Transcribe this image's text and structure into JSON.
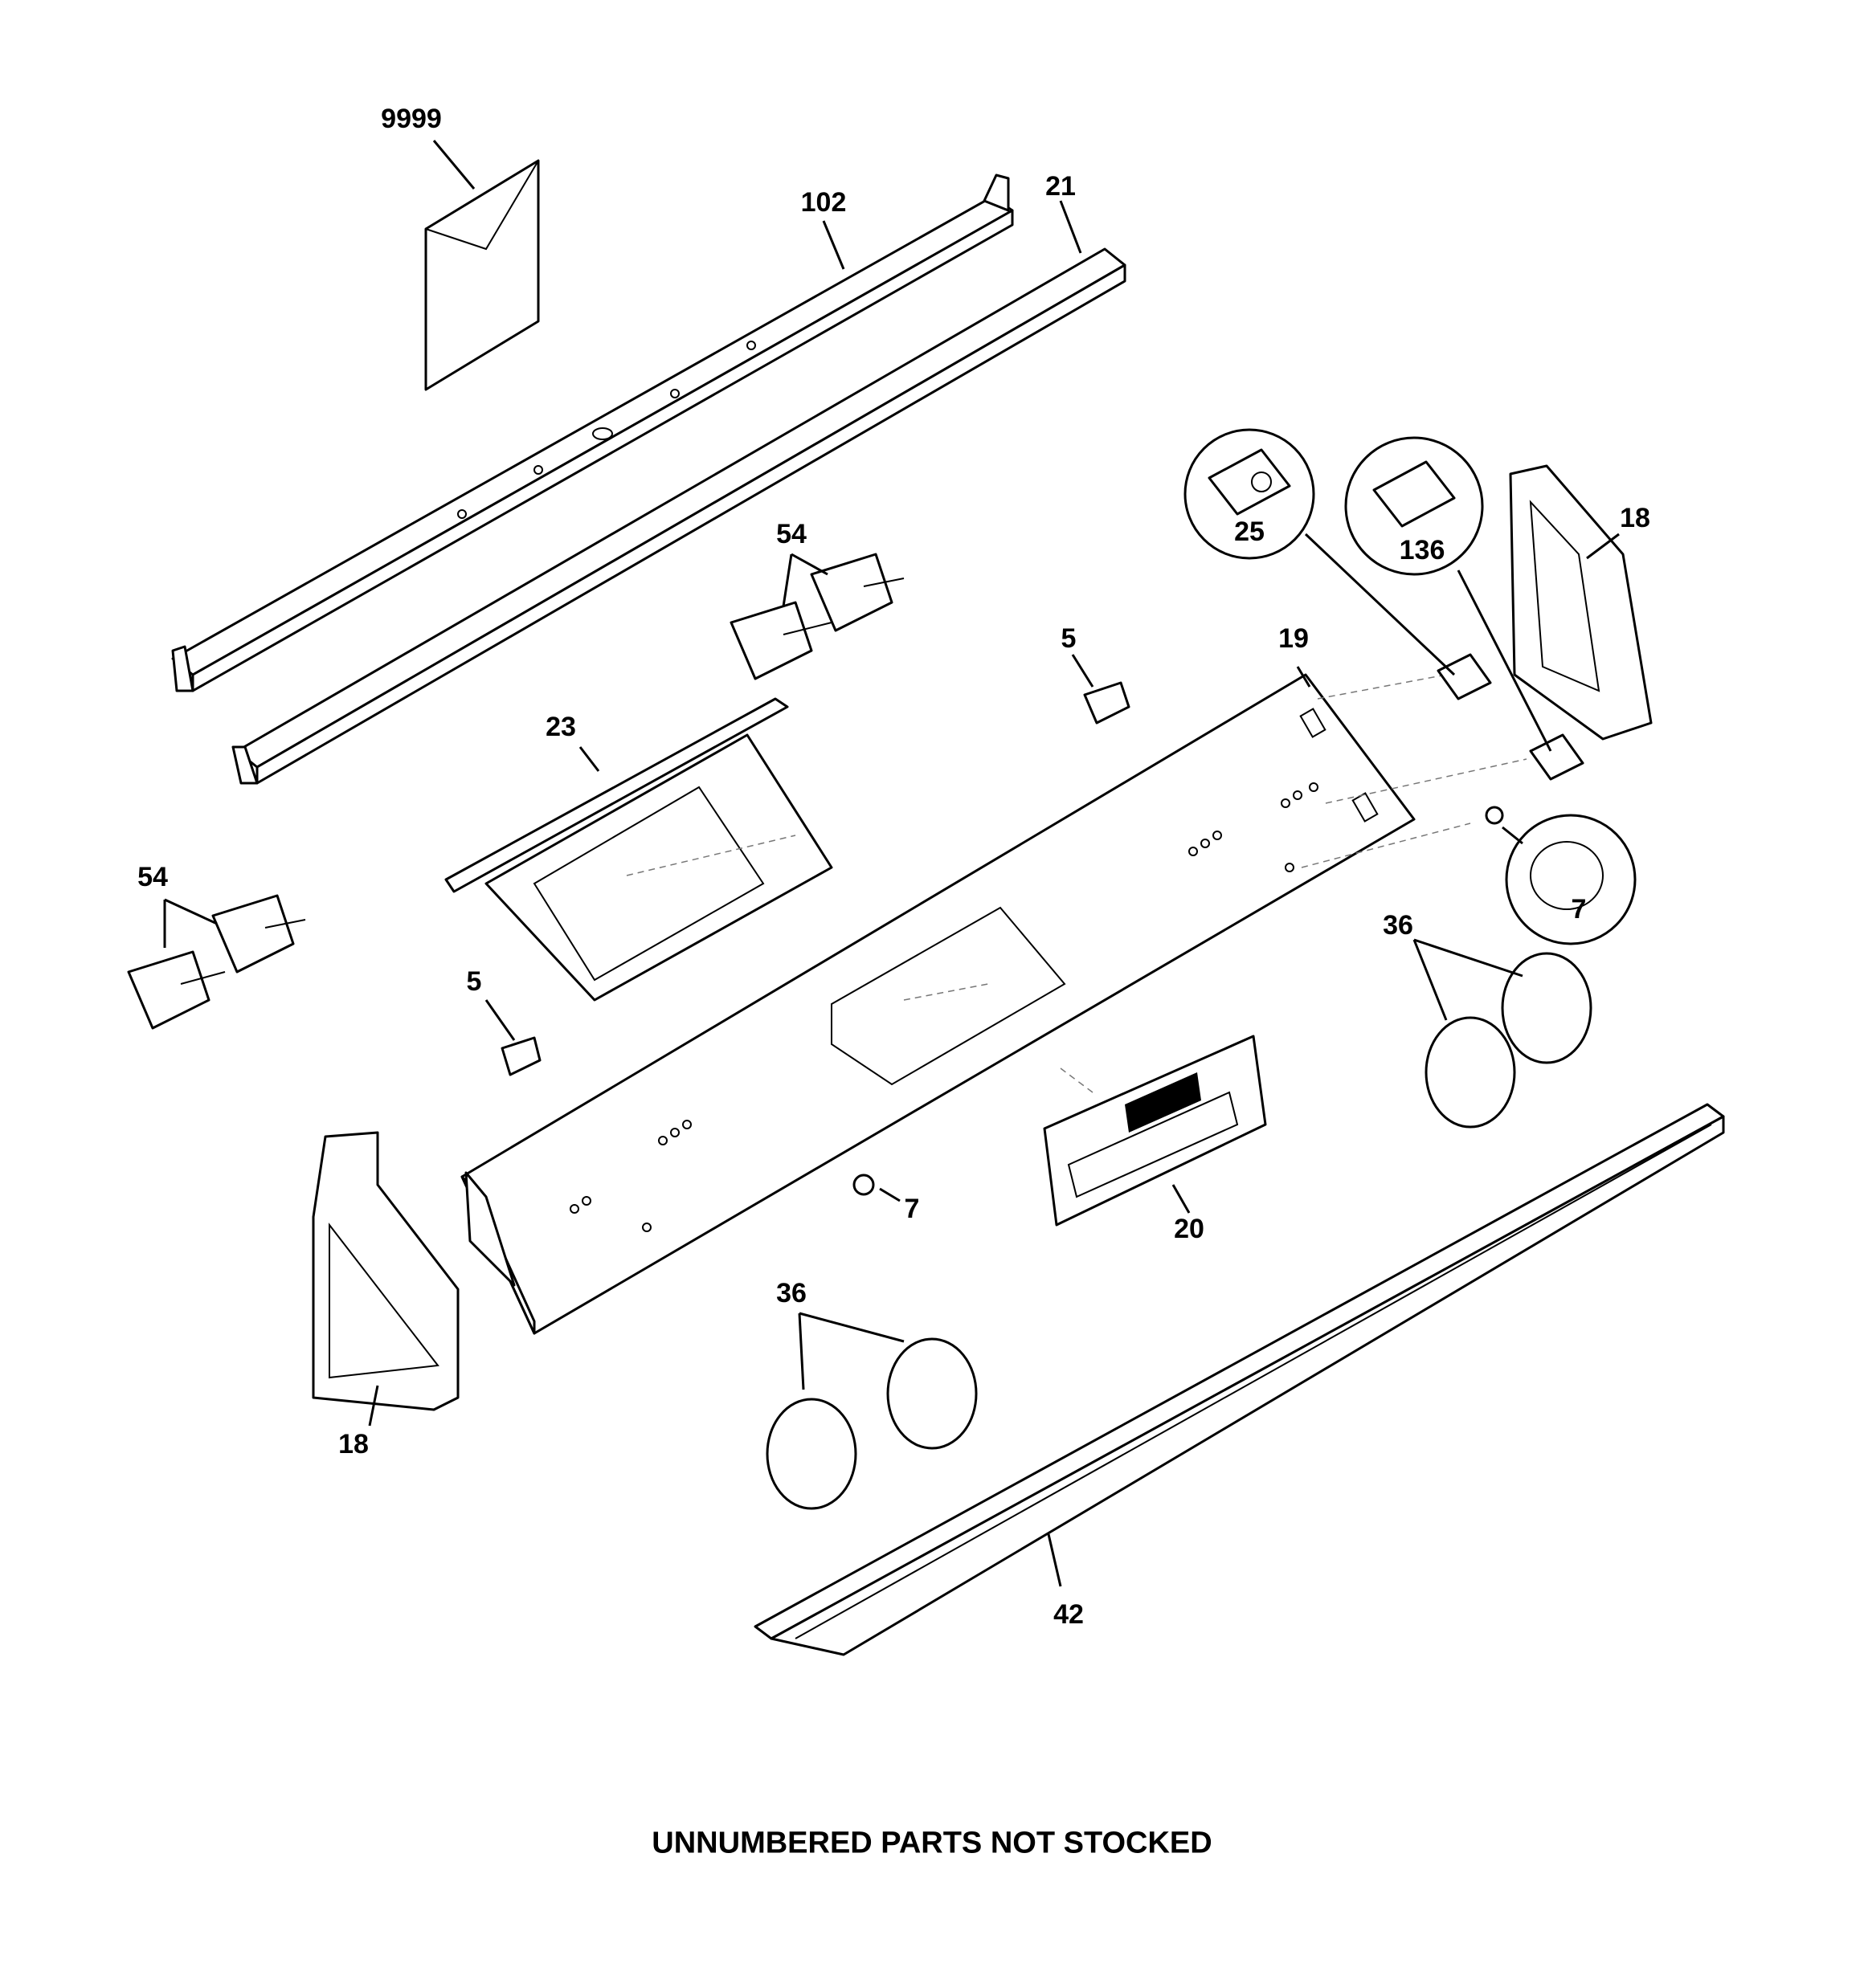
{
  "callouts": {
    "c9999": "9999",
    "c102": "102",
    "c21": "21",
    "c54a": "54",
    "c54b": "54",
    "c5a": "5",
    "c5b": "5",
    "c19": "19",
    "c25": "25",
    "c136": "136",
    "c18a": "18",
    "c18b": "18",
    "c23": "23",
    "c7a": "7",
    "c7b": "7",
    "c36a": "36",
    "c36b": "36",
    "c20": "20",
    "c42": "42"
  },
  "footer": "UNNUMBERED PARTS NOT STOCKED"
}
